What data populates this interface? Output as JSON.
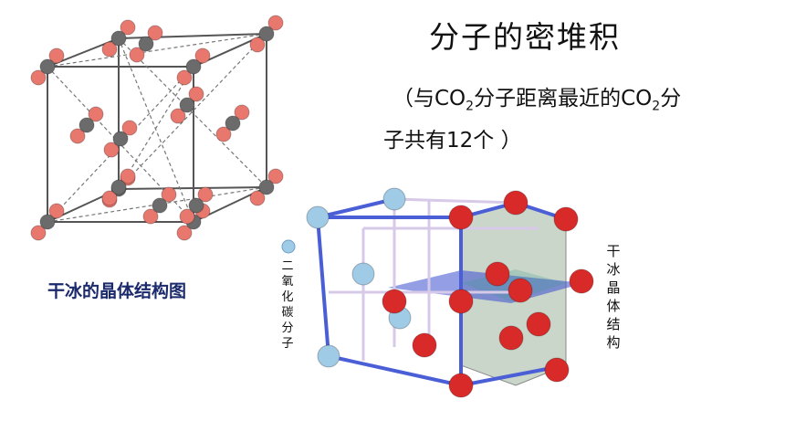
{
  "title": "分子的密堆积",
  "description": {
    "line1_prefix": "（与CO",
    "line1_sub": "2",
    "line1_mid": "分子距离最近的CO",
    "line1_sub2": "2",
    "line1_suffix": "分",
    "line2": "子共有12个 ）"
  },
  "left_caption": "干冰的晶体结构图",
  "legend_label": "二氧化碳分子",
  "legend_label_chars": [
    "二",
    "氧",
    "化",
    "碳",
    "分",
    "子"
  ],
  "right_label_chars": [
    "干",
    "冰",
    "晶",
    "体",
    "结",
    "构"
  ],
  "colors": {
    "oxygen": "#e8786e",
    "carbon": "#6b6b6b",
    "co2_light": "#9fcbe6",
    "co2_red": "#d92a2a",
    "frame_blue": "#4a5fd6"
  }
}
